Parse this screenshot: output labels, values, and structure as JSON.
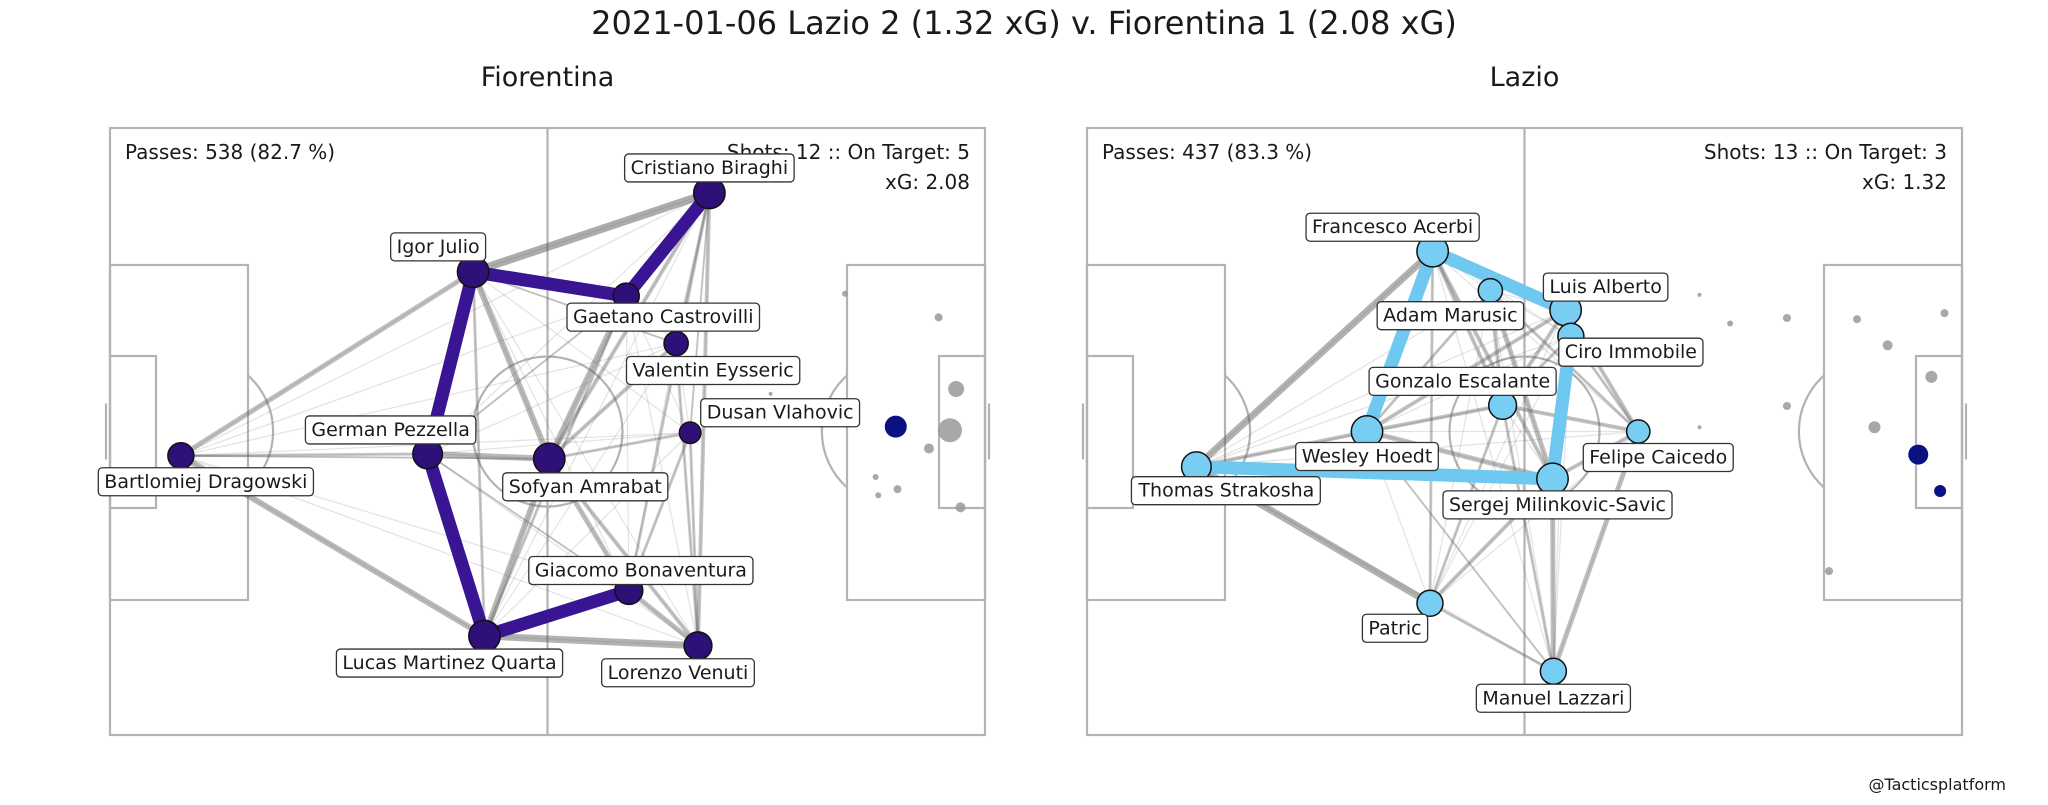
{
  "title": "2021-01-06 Lazio 2 (1.32 xG) v. Fiorentina 1 (2.08 xG)",
  "credit": "@Tacticsplatform",
  "colors": {
    "fiorentina_node": "#2e1078",
    "fiorentina_edge": "#3a1593",
    "lazio_node": "#78cdf2",
    "lazio_edge": "#6ec8f0",
    "shot_on_target": "#0a1180",
    "shot_off": "#999999",
    "pitch_line": "#b3b3b3",
    "gray_edge": "#666666"
  },
  "chart_data": [
    {
      "type": "network",
      "title": "Fiorentina",
      "stats": {
        "passes": "Passes: 538 (82.7 %)",
        "shots": "Shots: 12 :: On Target: 5",
        "xg": "xG: 2.08"
      },
      "xlim": [
        0,
        100
      ],
      "ylim": [
        0,
        100
      ],
      "players": [
        {
          "name": "Cristiano Biraghi",
          "x": 68.5,
          "y": 89.3,
          "size": 1.3,
          "label_dx": 0,
          "label_dy": -26
        },
        {
          "name": "Igor Julio",
          "x": 41.5,
          "y": 76.3,
          "size": 1.3,
          "label_dx": -35,
          "label_dy": -26
        },
        {
          "name": "Gaetano Castrovilli",
          "x": 59.0,
          "y": 72.3,
          "size": 1.0,
          "label_dx": 37,
          "label_dy": 20
        },
        {
          "name": "Valentin Eysseric",
          "x": 64.7,
          "y": 64.5,
          "size": 0.9,
          "label_dx": 37,
          "label_dy": 26
        },
        {
          "name": "Dusan Vlahovic",
          "x": 66.3,
          "y": 49.8,
          "size": 0.75,
          "label_dx": 90,
          "label_dy": -21
        },
        {
          "name": "German Pezzella",
          "x": 36.3,
          "y": 46.3,
          "size": 1.2,
          "label_dx": -37,
          "label_dy": -25
        },
        {
          "name": "Bartlomiej Dragowski",
          "x": 8.1,
          "y": 46.0,
          "size": 1.0,
          "label_dx": 25,
          "label_dy": 25
        },
        {
          "name": "Sofyan Amrabat",
          "x": 50.2,
          "y": 45.5,
          "size": 1.3,
          "label_dx": 36,
          "label_dy": 27
        },
        {
          "name": "Giacomo Bonaventura",
          "x": 59.3,
          "y": 23.8,
          "size": 1.1,
          "label_dx": 12,
          "label_dy": -21
        },
        {
          "name": "Lucas Martinez Quarta",
          "x": 42.8,
          "y": 16.3,
          "size": 1.3,
          "label_dx": -35,
          "label_dy": 26
        },
        {
          "name": "Lorenzo Venuti",
          "x": 67.2,
          "y": 14.7,
          "size": 1.1,
          "label_dx": -20,
          "label_dy": 26
        }
      ],
      "thick_edges": [
        [
          "Cristiano Biraghi",
          "Gaetano Castrovilli"
        ],
        [
          "Igor Julio",
          "Gaetano Castrovilli"
        ],
        [
          "Igor Julio",
          "German Pezzella"
        ],
        [
          "German Pezzella",
          "Lucas Martinez Quarta"
        ],
        [
          "Lucas Martinez Quarta",
          "Giacomo Bonaventura"
        ]
      ],
      "gray_edges": [
        [
          "Igor Julio",
          "Cristiano Biraghi",
          8
        ],
        [
          "Bartlomiej Dragowski",
          "Igor Julio",
          5
        ],
        [
          "Bartlomiej Dragowski",
          "German Pezzella",
          3
        ],
        [
          "Bartlomiej Dragowski",
          "Lucas Martinez Quarta",
          6
        ],
        [
          "Bartlomiej Dragowski",
          "Sofyan Amrabat",
          2
        ],
        [
          "Lucas Martinez Quarta",
          "Lorenzo Venuti",
          7
        ],
        [
          "Giacomo Bonaventura",
          "Lorenzo Venuti",
          5
        ],
        [
          "Igor Julio",
          "Sofyan Amrabat",
          6
        ],
        [
          "German Pezzella",
          "Sofyan Amrabat",
          6
        ],
        [
          "Sofyan Amrabat",
          "Lucas Martinez Quarta",
          6
        ],
        [
          "Sofyan Amrabat",
          "Gaetano Castrovilli",
          6
        ],
        [
          "Sofyan Amrabat",
          "Cristiano Biraghi",
          4
        ],
        [
          "Sofyan Amrabat",
          "Giacomo Bonaventura",
          5
        ],
        [
          "Sofyan Amrabat",
          "Valentin Eysseric",
          4
        ],
        [
          "Sofyan Amrabat",
          "Dusan Vlahovic",
          3
        ],
        [
          "Sofyan Amrabat",
          "Lorenzo Venuti",
          4
        ],
        [
          "Lorenzo Venuti",
          "Cristiano Biraghi",
          4
        ],
        [
          "Giacomo Bonaventura",
          "Cristiano Biraghi",
          3
        ],
        [
          "Gaetano Castrovilli",
          "Lucas Martinez Quarta",
          3
        ],
        [
          "Valentin Eysseric",
          "Lorenzo Venuti",
          3
        ],
        [
          "Dusan Vlahovic",
          "Lorenzo Venuti",
          3
        ],
        [
          "Igor Julio",
          "Lucas Martinez Quarta",
          3
        ],
        [
          "German Pezzella",
          "Giacomo Bonaventura",
          2
        ],
        [
          "German Pezzella",
          "Gaetano Castrovilli",
          2
        ],
        [
          "Igor Julio",
          "Valentin Eysseric",
          2
        ],
        [
          "Valentin Eysseric",
          "Cristiano Biraghi",
          3
        ],
        [
          "Dusan Vlahovic",
          "Cristiano Biraghi",
          2
        ],
        [
          "Dusan Vlahovic",
          "Giacomo Bonaventura",
          3
        ]
      ],
      "shots": [
        {
          "x": 96.0,
          "y": 50.2,
          "r": 12,
          "on_target": false
        },
        {
          "x": 96.7,
          "y": 57.0,
          "r": 8,
          "on_target": false
        },
        {
          "x": 89.8,
          "y": 50.8,
          "r": 11,
          "on_target": true
        },
        {
          "x": 94.7,
          "y": 68.8,
          "r": 4,
          "on_target": false
        },
        {
          "x": 93.6,
          "y": 47.2,
          "r": 5,
          "on_target": false
        },
        {
          "x": 87.5,
          "y": 42.5,
          "r": 3,
          "on_target": false
        },
        {
          "x": 87.8,
          "y": 39.5,
          "r": 3,
          "on_target": false
        },
        {
          "x": 90.0,
          "y": 40.5,
          "r": 4,
          "on_target": false
        },
        {
          "x": 97.2,
          "y": 37.5,
          "r": 5,
          "on_target": false
        },
        {
          "x": 84.0,
          "y": 72.7,
          "r": 3,
          "on_target": false
        },
        {
          "x": 75.5,
          "y": 56.2,
          "r": 2,
          "on_target": false
        }
      ]
    },
    {
      "type": "network",
      "title": "Lazio",
      "stats": {
        "passes": "Passes: 437 (83.3 %)",
        "shots": "Shots: 13 :: On Target: 3",
        "xg": "xG: 1.32"
      },
      "xlim": [
        0,
        100
      ],
      "ylim": [
        0,
        100
      ],
      "players": [
        {
          "name": "Francesco Acerbi",
          "x": 39.5,
          "y": 79.7,
          "size": 1.3,
          "label_dx": -40,
          "label_dy": -25
        },
        {
          "name": "Adam Marusic",
          "x": 46.1,
          "y": 73.2,
          "size": 0.9,
          "label_dx": -40,
          "label_dy": 24
        },
        {
          "name": "Luis Alberto",
          "x": 54.7,
          "y": 70.0,
          "size": 1.3,
          "label_dx": 40,
          "label_dy": -24
        },
        {
          "name": "Ciro Immobile",
          "x": 55.3,
          "y": 65.7,
          "size": 1.0,
          "label_dx": 60,
          "label_dy": 15
        },
        {
          "name": "Gonzalo Escalante",
          "x": 47.5,
          "y": 54.3,
          "size": 1.1,
          "label_dx": -40,
          "label_dy": -25
        },
        {
          "name": "Wesley Hoedt",
          "x": 32.0,
          "y": 50.0,
          "size": 1.3,
          "label_dx": 0,
          "label_dy": 24
        },
        {
          "name": "Felipe Caicedo",
          "x": 63.0,
          "y": 50.0,
          "size": 0.85,
          "label_dx": 20,
          "label_dy": 25
        },
        {
          "name": "Thomas Strakosha",
          "x": 12.5,
          "y": 44.2,
          "size": 1.2,
          "label_dx": 30,
          "label_dy": 23
        },
        {
          "name": "Sergej Milinkovic-Savic",
          "x": 53.2,
          "y": 42.2,
          "size": 1.3,
          "label_dx": 5,
          "label_dy": 25
        },
        {
          "name": "Patric",
          "x": 39.2,
          "y": 21.7,
          "size": 1.0,
          "label_dx": -35,
          "label_dy": 24
        },
        {
          "name": "Manuel Lazzari",
          "x": 53.3,
          "y": 10.5,
          "size": 1.0,
          "label_dx": 0,
          "label_dy": 26
        }
      ],
      "thick_edges": [
        [
          "Francesco Acerbi",
          "Luis Alberto"
        ],
        [
          "Francesco Acerbi",
          "Wesley Hoedt"
        ],
        [
          "Thomas Strakosha",
          "Sergej Milinkovic-Savic"
        ],
        [
          "Sergej Milinkovic-Savic",
          "Ciro Immobile"
        ]
      ],
      "gray_edges": [
        [
          "Thomas Strakosha",
          "Francesco Acerbi",
          7
        ],
        [
          "Thomas Strakosha",
          "Patric",
          7
        ],
        [
          "Thomas Strakosha",
          "Wesley Hoedt",
          4
        ],
        [
          "Wesley Hoedt",
          "Sergej Milinkovic-Savic",
          5
        ],
        [
          "Wesley Hoedt",
          "Luis Alberto",
          4
        ],
        [
          "Wesley Hoedt",
          "Gonzalo Escalante",
          4
        ],
        [
          "Wesley Hoedt",
          "Adam Marusic",
          3
        ],
        [
          "Francesco Acerbi",
          "Sergej Milinkovic-Savic",
          4
        ],
        [
          "Francesco Acerbi",
          "Gonzalo Escalante",
          4
        ],
        [
          "Adam Marusic",
          "Sergej Milinkovic-Savic",
          5
        ],
        [
          "Adam Marusic",
          "Gonzalo Escalante",
          4
        ],
        [
          "Luis Alberto",
          "Gonzalo Escalante",
          4
        ],
        [
          "Luis Alberto",
          "Felipe Caicedo",
          4
        ],
        [
          "Ciro Immobile",
          "Felipe Caicedo",
          3
        ],
        [
          "Sergej Milinkovic-Savic",
          "Felipe Caicedo",
          4
        ],
        [
          "Sergej Milinkovic-Savic",
          "Patric",
          4
        ],
        [
          "Sergej Milinkovic-Savic",
          "Manuel Lazzari",
          5
        ],
        [
          "Patric",
          "Manuel Lazzari",
          3
        ],
        [
          "Patric",
          "Gonzalo Escalante",
          3
        ],
        [
          "Patric",
          "Francesco Acerbi",
          3
        ],
        [
          "Manuel Lazzari",
          "Felipe Caicedo",
          5
        ],
        [
          "Manuel Lazzari",
          "Gonzalo Escalante",
          3
        ],
        [
          "Manuel Lazzari",
          "Wesley Hoedt",
          2
        ],
        [
          "Gonzalo Escalante",
          "Felipe Caicedo",
          4
        ],
        [
          "Adam Marusic",
          "Felipe Caicedo",
          3
        ],
        [
          "Ciro Immobile",
          "Gonzalo Escalante",
          3
        ]
      ],
      "shots": [
        {
          "x": 95.0,
          "y": 46.2,
          "r": 10,
          "on_target": true
        },
        {
          "x": 97.5,
          "y": 40.2,
          "r": 6,
          "on_target": true
        },
        {
          "x": 96.5,
          "y": 59.0,
          "r": 6,
          "on_target": false
        },
        {
          "x": 90.0,
          "y": 50.7,
          "r": 6,
          "on_target": false
        },
        {
          "x": 91.5,
          "y": 64.2,
          "r": 5,
          "on_target": false
        },
        {
          "x": 88.0,
          "y": 68.5,
          "r": 4,
          "on_target": false
        },
        {
          "x": 80.0,
          "y": 68.7,
          "r": 4,
          "on_target": false
        },
        {
          "x": 80.0,
          "y": 54.2,
          "r": 4,
          "on_target": false
        },
        {
          "x": 84.8,
          "y": 27.0,
          "r": 4,
          "on_target": false
        },
        {
          "x": 98.0,
          "y": 69.5,
          "r": 4,
          "on_target": false
        },
        {
          "x": 73.5,
          "y": 67.8,
          "r": 3,
          "on_target": false
        },
        {
          "x": 70.0,
          "y": 72.5,
          "r": 2,
          "on_target": false
        },
        {
          "x": 70.0,
          "y": 50.7,
          "r": 2,
          "on_target": false
        }
      ]
    }
  ]
}
